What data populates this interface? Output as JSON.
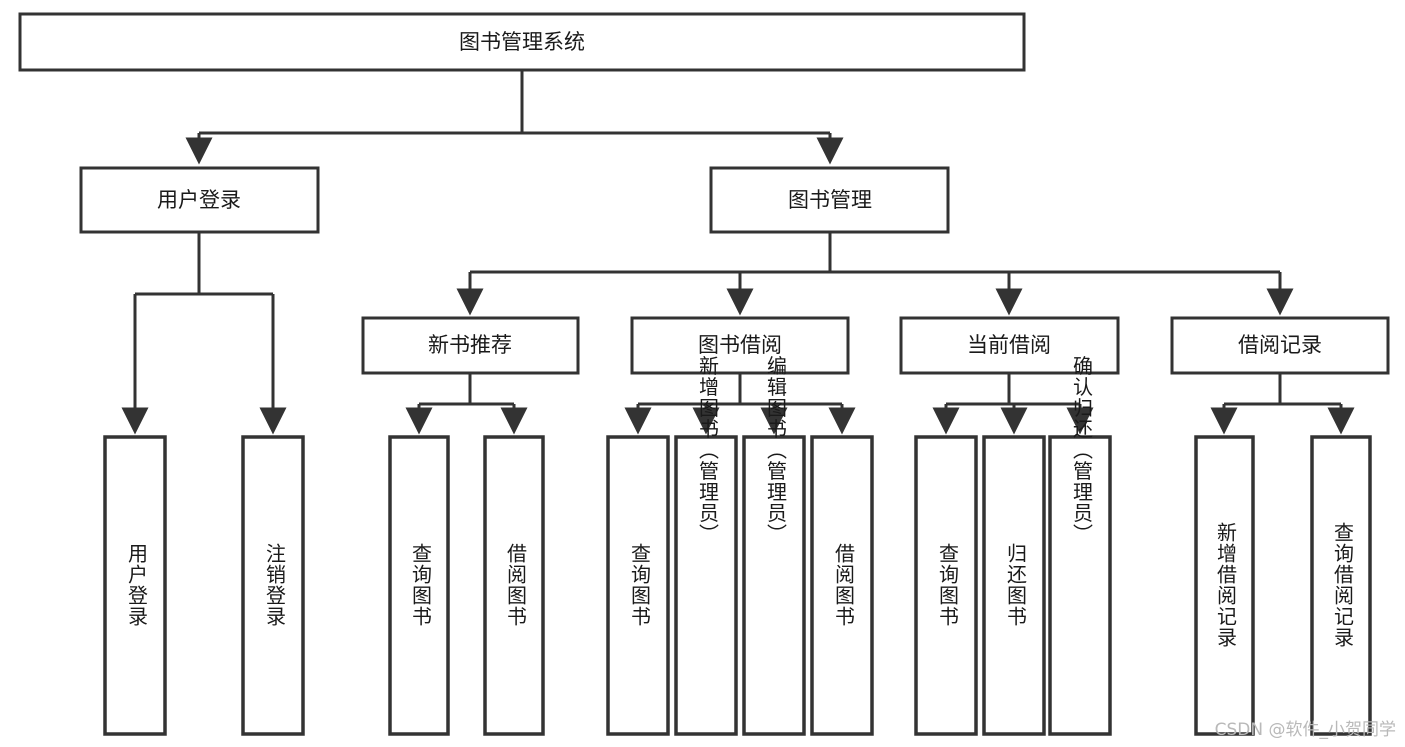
{
  "diagram": {
    "type": "hierarchy-tree",
    "title": "图书管理系统",
    "root": {
      "id": "root",
      "label": "图书管理系统"
    },
    "level2": [
      {
        "id": "user-login",
        "label": "用户登录"
      },
      {
        "id": "book-management",
        "label": "图书管理"
      }
    ],
    "level3": [
      {
        "id": "new-book-recommend",
        "label": "新书推荐",
        "parent": "book-management"
      },
      {
        "id": "book-borrow",
        "label": "图书借阅",
        "parent": "book-management"
      },
      {
        "id": "current-borrow",
        "label": "当前借阅",
        "parent": "book-management"
      },
      {
        "id": "borrow-record",
        "label": "借阅记录",
        "parent": "book-management"
      }
    ],
    "leaves": {
      "user-login": [
        {
          "id": "leaf-user-login",
          "label": "用户登录"
        },
        {
          "id": "leaf-logout",
          "label": "注销登录"
        }
      ],
      "new-book-recommend": [
        {
          "id": "leaf-query-book-1",
          "label": "查询图书"
        },
        {
          "id": "leaf-borrow-book-1",
          "label": "借阅图书"
        }
      ],
      "book-borrow": [
        {
          "id": "leaf-query-book-2",
          "label": "查询图书"
        },
        {
          "id": "leaf-add-book",
          "label": "新增图书（管理员）"
        },
        {
          "id": "leaf-edit-book",
          "label": "编辑图书（管理员）"
        },
        {
          "id": "leaf-borrow-book-2",
          "label": "借阅图书"
        }
      ],
      "current-borrow": [
        {
          "id": "leaf-query-book-3",
          "label": "查询图书"
        },
        {
          "id": "leaf-return-book",
          "label": "归还图书"
        },
        {
          "id": "leaf-confirm-return",
          "label": "确认归还（管理员）"
        }
      ],
      "borrow-record": [
        {
          "id": "leaf-add-record",
          "label": "新增借阅记录"
        },
        {
          "id": "leaf-query-record",
          "label": "查询借阅记录"
        }
      ]
    }
  },
  "watermark": {
    "text": "CSDN @软件_小贺同学"
  },
  "colors": {
    "stroke": "#333333",
    "fill": "#ffffff",
    "text": "#1a1a1a",
    "watermark": "#b9b9b9"
  }
}
